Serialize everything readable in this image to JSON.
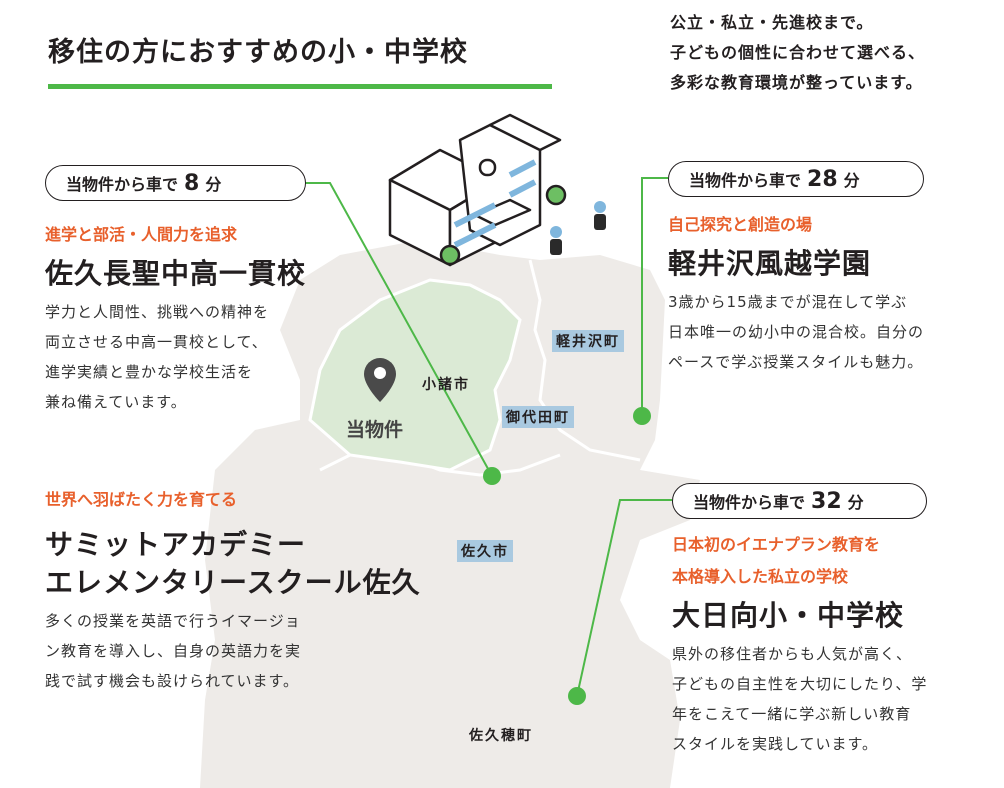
{
  "header": {
    "title": "移住の方におすすめの小・中学校",
    "intro": [
      "公立・私立・先進校まで。",
      "子どもの個性に合わせて選べる、",
      "多彩な教育環境が整っています。"
    ]
  },
  "map": {
    "pin_label": "当物件",
    "areas": {
      "komoro": "小諸市",
      "karuizawa": "軽井沢町",
      "miyota": "御代田町",
      "saku": "佐久市",
      "sakuho": "佐久穂町"
    }
  },
  "schools": [
    {
      "drive_prefix": "当物件から車で",
      "drive_minutes": "8",
      "drive_suffix": "分",
      "catch": [
        "進学と部活・人間力を追求"
      ],
      "name": [
        "佐久長聖中高一貫校"
      ],
      "desc": [
        "学力と人間性、挑戦への精神を",
        "両立させる中高一貫校として、",
        "進学実績と豊かな学校生活を",
        "兼ね備えています。"
      ]
    },
    {
      "drive_prefix": "当物件から車で",
      "drive_minutes": "28",
      "drive_suffix": "分",
      "catch": [
        "自己探究と創造の場"
      ],
      "name": [
        "軽井沢風越学園"
      ],
      "desc": [
        "3歳から15歳までが混在して学ぶ",
        "日本唯一の幼小中の混合校。自分の",
        "ペースで学ぶ授業スタイルも魅力。"
      ]
    },
    {
      "catch": [
        "世界へ羽ばたく力を育てる"
      ],
      "name": [
        "サミットアカデミー",
        "エレメンタリースクール佐久"
      ],
      "desc": [
        "多くの授業を英語で行うイマージョ",
        "ン教育を導入し、自身の英語力を実",
        "践で試す機会も設けられています。"
      ]
    },
    {
      "drive_prefix": "当物件から車で",
      "drive_minutes": "32",
      "drive_suffix": "分",
      "catch": [
        "日本初のイエナプラン教育を",
        "本格導入した私立の学校"
      ],
      "name": [
        "大日向小・中学校"
      ],
      "desc": [
        "県外の移住者からも人気が高く、",
        "子どもの自主性を大切にしたり、学",
        "年をこえて一緒に学ぶ新しい教育",
        "スタイルを実践しています。"
      ]
    }
  ],
  "colors": {
    "accent_green": "#4db848",
    "catch_orange": "#e8602c",
    "map_gray": "#eeebe8",
    "map_green": "#dbead5",
    "label_blue": "#a9c9e0"
  }
}
